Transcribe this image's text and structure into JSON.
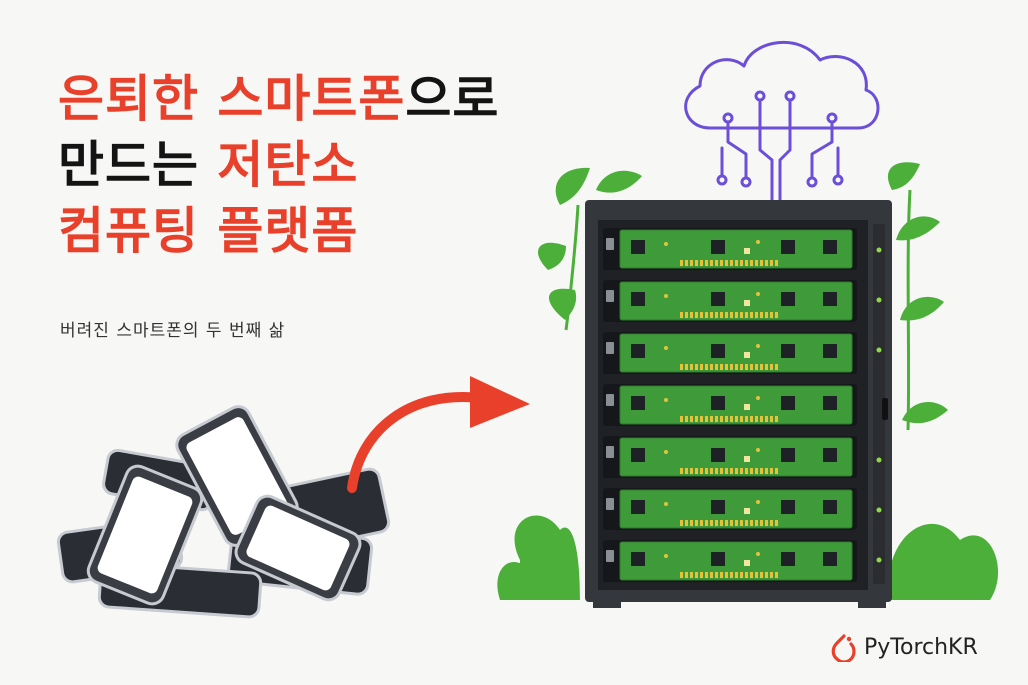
{
  "headline": {
    "line1": {
      "red": "은퇴한 스마트폰",
      "dark": "으로"
    },
    "line2": {
      "dark": "만드는 ",
      "red": "저탄소"
    },
    "line3": {
      "red": "컴퓨팅 플랫폼"
    }
  },
  "subtitle": "버려진 스마트폰의 두 번째 삶",
  "brand": {
    "name": "PyTorchKR",
    "logo_icon": "pytorch-flame-icon"
  },
  "colors": {
    "accent": "#e8402a",
    "text": "#141414",
    "circuit": "#6b4fd8",
    "leaf": "#4caf3a",
    "board": "#3f9b3a",
    "rack": "#34373c"
  },
  "icons": [
    "cloud-icon",
    "server-rack-icon",
    "smartphone-pile-icon",
    "arrow-icon",
    "plant-icon"
  ]
}
